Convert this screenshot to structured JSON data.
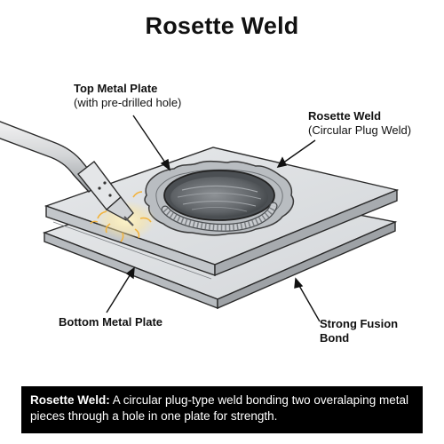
{
  "title": "Rosette Weld",
  "labels": {
    "top_plate": "Top Metal Plate",
    "top_plate_note": "(with pre-drilled hole)",
    "rosette_weld": "Rosette Weld",
    "rosette_weld_note": "(Circular Plug Weld)",
    "bottom_plate": "Bottom Metal Plate",
    "fusion_bond_line1": "Strong Fusion",
    "fusion_bond_line2": "Bond"
  },
  "caption": {
    "heading": "Rosette Weld:",
    "text": " A circular plug-type weld bonding two overalaping metal pieces through a hole in one plate for strength."
  },
  "colors": {
    "plate_top_face": "#dfe1e3",
    "plate_edge": "#a9adb1",
    "weld_bead": "#b9bcc0",
    "spark": "#f2b33d",
    "caption_bg": "#000000"
  }
}
